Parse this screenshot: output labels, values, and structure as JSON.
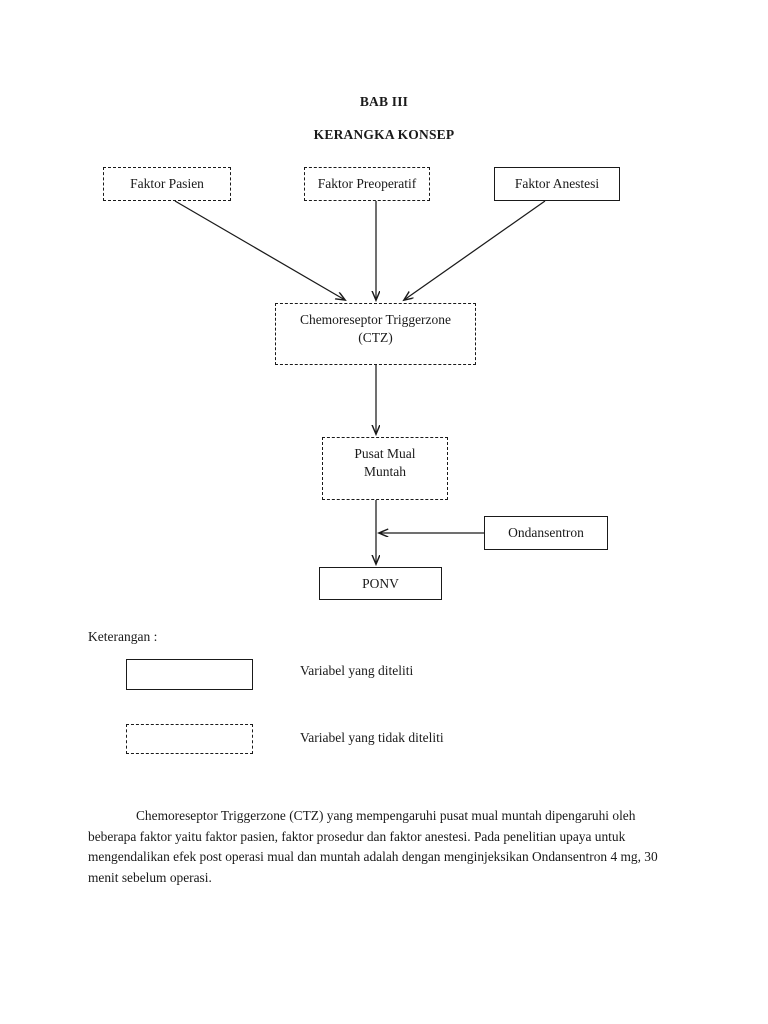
{
  "document": {
    "chapter_heading": "BAB III",
    "section_heading": "KERANGKA KONSEP"
  },
  "diagram": {
    "nodes": [
      {
        "id": "faktor-pasien",
        "label": "Faktor Pasien",
        "border": "dashed"
      },
      {
        "id": "faktor-preoperatif",
        "label": "Faktor Preoperatif",
        "border": "dashed"
      },
      {
        "id": "faktor-anestesi",
        "label": "Faktor Anestesi",
        "border": "solid"
      },
      {
        "id": "ctz",
        "line1": "Chemoreseptor Triggerzone",
        "line2": "(CTZ)",
        "border": "dashed"
      },
      {
        "id": "pusat-mual",
        "line1": "Pusat Mual",
        "line2": "Muntah",
        "border": "dashed"
      },
      {
        "id": "ondansentron",
        "label": "Ondansentron",
        "border": "solid"
      },
      {
        "id": "ponv",
        "label": "PONV",
        "border": "solid"
      }
    ],
    "edges": [
      {
        "from": "faktor-pasien",
        "to": "ctz",
        "style": "diagonal"
      },
      {
        "from": "faktor-preoperatif",
        "to": "ctz",
        "style": "vertical"
      },
      {
        "from": "faktor-anestesi",
        "to": "ctz",
        "style": "diagonal"
      },
      {
        "from": "ctz",
        "to": "pusat-mual",
        "style": "vertical"
      },
      {
        "from": "pusat-mual",
        "to": "ponv",
        "style": "vertical"
      },
      {
        "from": "ondansentron",
        "to": "pusat-mual-ponv-link",
        "style": "horizontal"
      }
    ],
    "stroke_color": "#1a1a1a"
  },
  "legend": {
    "title": "Keterangan :",
    "items": [
      {
        "swatch_border": "solid",
        "label": "Variabel yang diteliti"
      },
      {
        "swatch_border": "dashed",
        "label": "Variabel yang tidak diteliti"
      }
    ]
  },
  "paragraph": {
    "text": "Chemoreseptor Triggerzone (CTZ) yang mempengaruhi pusat mual muntah dipengaruhi oleh beberapa faktor yaitu faktor pasien, faktor prosedur dan faktor anestesi. Pada penelitian upaya untuk mengendalikan efek post operasi mual dan muntah adalah dengan menginjeksikan Ondansentron 4 mg, 30 menit sebelum operasi."
  }
}
